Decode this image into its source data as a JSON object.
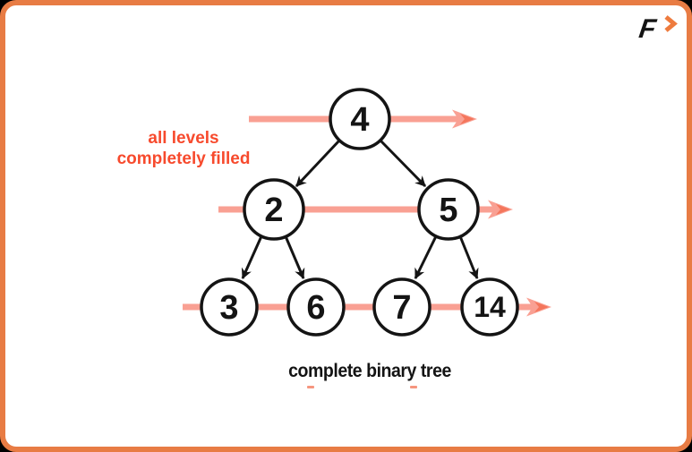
{
  "brand": {
    "letter": "F",
    "chevron_icon": "chevron-right"
  },
  "annotation": {
    "line1": "all levels",
    "line2": "completely filled"
  },
  "caption": {
    "text": "complete binary tree"
  },
  "diagram": {
    "type": "binary-tree",
    "title": "complete binary tree",
    "nodes": [
      {
        "value": "4",
        "level": 0,
        "children": [
          "2",
          "5"
        ]
      },
      {
        "value": "2",
        "level": 1,
        "children": [
          "3",
          "6"
        ]
      },
      {
        "value": "5",
        "level": 1,
        "children": [
          "7",
          "14"
        ]
      },
      {
        "value": "3",
        "level": 2,
        "children": []
      },
      {
        "value": "6",
        "level": 2,
        "children": []
      },
      {
        "value": "7",
        "level": 2,
        "children": []
      },
      {
        "value": "14",
        "level": 2,
        "children": []
      }
    ],
    "edges": [
      [
        "4",
        "2"
      ],
      [
        "4",
        "5"
      ],
      [
        "2",
        "3"
      ],
      [
        "2",
        "6"
      ],
      [
        "5",
        "7"
      ],
      [
        "5",
        "14"
      ]
    ],
    "levels": [
      [
        "4"
      ],
      [
        "2",
        "5"
      ],
      [
        "3",
        "6",
        "7",
        "14"
      ]
    ],
    "level_traversal_arrows": 3
  },
  "colors": {
    "card_border": "#e87c44",
    "level_arrow": "#f9a093",
    "level_arrow_head": "#f4765c",
    "annotation_text": "#f74a2d",
    "node_stroke": "#141414",
    "caption_text": "#141414",
    "brand_chevron": "#ee7b3e"
  }
}
